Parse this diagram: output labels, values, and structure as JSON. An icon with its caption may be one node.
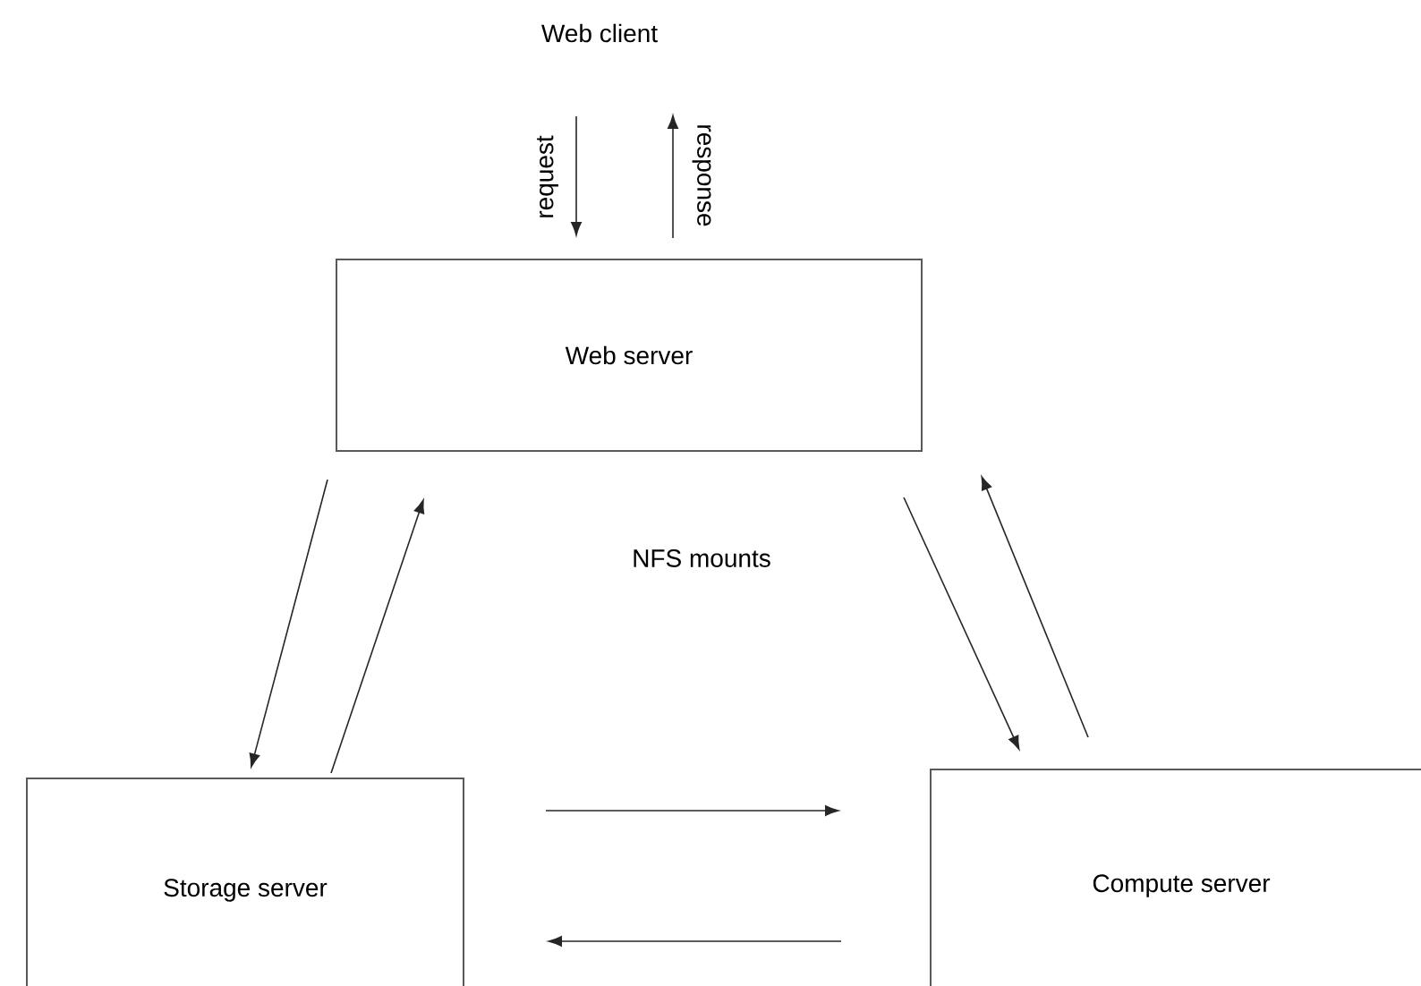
{
  "diagram": {
    "nodes": [
      {
        "text": [
          "Web client"
        ]
      },
      {
        "text": [
          "Web server"
        ]
      },
      {
        "text": [
          "Storage server"
        ]
      },
      {
        "text": [
          "Compute server"
        ]
      }
    ],
    "edges": [
      {
        "from": 0,
        "to": 1,
        "arrow": "to",
        "label": "request"
      },
      {
        "from": 1,
        "to": 0,
        "arrow": "to",
        "label": "response"
      },
      {
        "from": 1,
        "to": 2,
        "arrow": "to"
      },
      {
        "from": 2,
        "to": 1,
        "arrow": "to"
      },
      {
        "from": 1,
        "to": 3,
        "arrow": "to"
      },
      {
        "from": 3,
        "to": 1,
        "arrow": "to"
      },
      {
        "from": 2,
        "to": 3,
        "arrow": "to"
      },
      {
        "from": 3,
        "to": 2,
        "arrow": "to"
      }
    ],
    "labels": [
      "NFS mounts"
    ]
  }
}
